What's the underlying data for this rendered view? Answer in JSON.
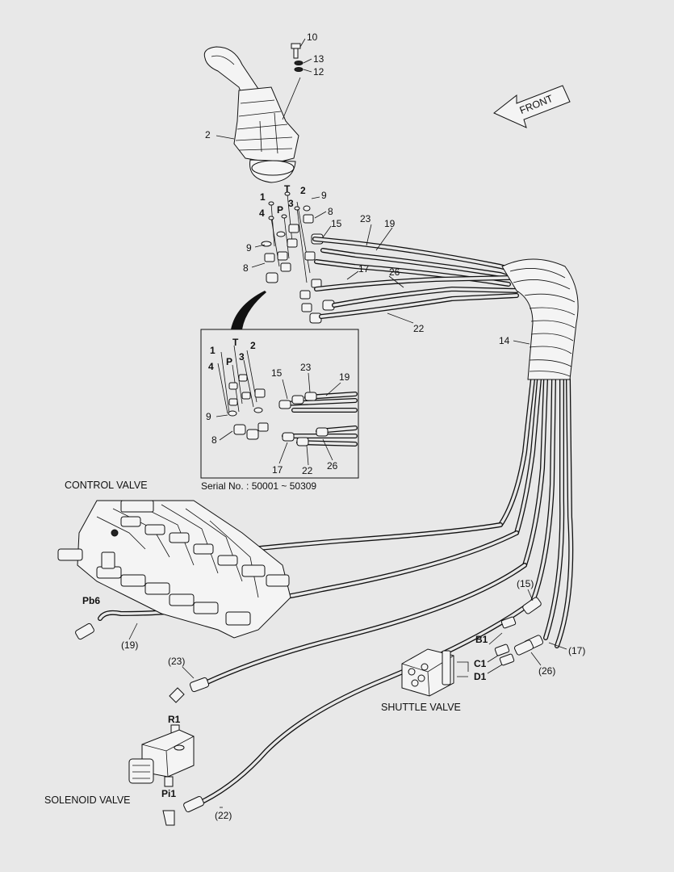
{
  "colors": {
    "background": "#e8e8e8",
    "ink": "#111111"
  },
  "icons": [
    "front-arrow-icon"
  ],
  "direction": {
    "front_label": "FRONT"
  },
  "part_numbers": {
    "n10": "10",
    "n13": "13",
    "n12": "12",
    "n2": "2",
    "n9_top": "9",
    "n8_top": "8",
    "n15": "15",
    "n23": "23",
    "n19": "19",
    "n9_left": "9",
    "n8_left": "8",
    "n17": "17",
    "n26": "26",
    "n22": "22",
    "n14": "14"
  },
  "ports": {
    "p1": "1",
    "pT": "T",
    "p2": "2",
    "p4": "4",
    "pP": "P",
    "p3": "3"
  },
  "inset": {
    "ports": {
      "p1": "1",
      "pT": "T",
      "p2": "2",
      "p4": "4",
      "pP": "P",
      "p3": "3"
    },
    "labels": {
      "n15": "15",
      "n23": "23",
      "n19": "19",
      "n9": "9",
      "n8": "8",
      "n17": "17",
      "n22": "22",
      "n26": "26"
    },
    "serial": "Serial No. : 50001 ~ 50309"
  },
  "components": {
    "control_valve": "CONTROL VALVE",
    "shuttle_valve": "SHUTTLE VALVE",
    "solenoid_valve": "SOLENOID VALVE"
  },
  "port_labels": {
    "pb6": "Pb6",
    "b1": "B1",
    "c1": "C1",
    "d1": "D1",
    "r1": "R1",
    "pi1": "Pi1"
  },
  "callouts": {
    "c19": "(19)",
    "c23": "(23)",
    "c22": "(22)",
    "c15": "(15)",
    "c17": "(17)",
    "c26": "(26)"
  }
}
